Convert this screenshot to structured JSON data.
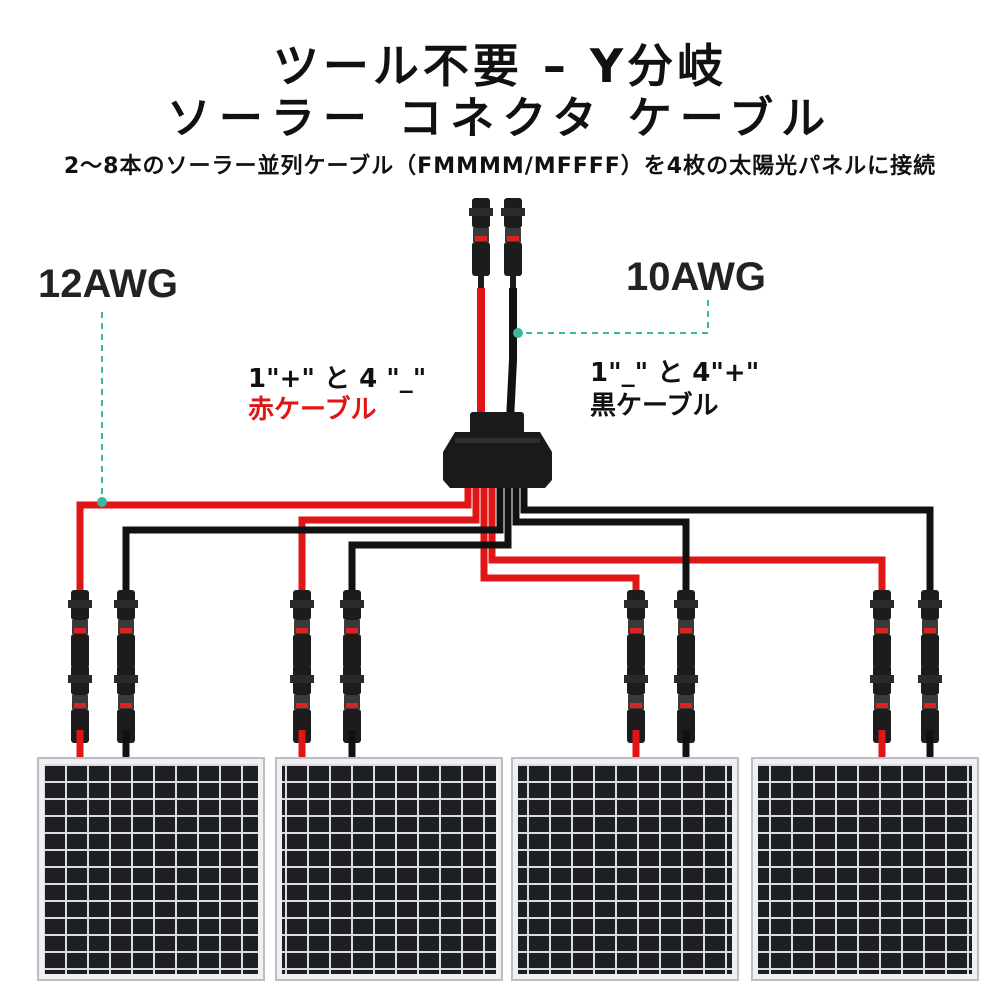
{
  "title": {
    "line1": "ツール不要 – Y分岐",
    "line2": "ソーラー コネクタ ケーブル"
  },
  "subtitle": "2〜8本のソーラー並列ケーブル（FMMMM/MFFFF）を4枚の太陽光パネルに接続",
  "labels": {
    "gauge_left": "12AWG",
    "gauge_right": "10AWG",
    "red_spec": "1\"+\" と 4 \"_\"",
    "red_name": "赤ケーブル",
    "black_spec": "1\"_\" と 4\"+\"",
    "black_name": "黒ケーブル"
  },
  "colors": {
    "red_wire": "#e01616",
    "black_wire": "#111111",
    "guide_line": "#3cb89a",
    "panel_frame": "#c8cdd2",
    "panel_cell": "#1d1f22"
  },
  "panels": {
    "count": 4,
    "cell_columns": 10,
    "cell_rows": 12
  }
}
